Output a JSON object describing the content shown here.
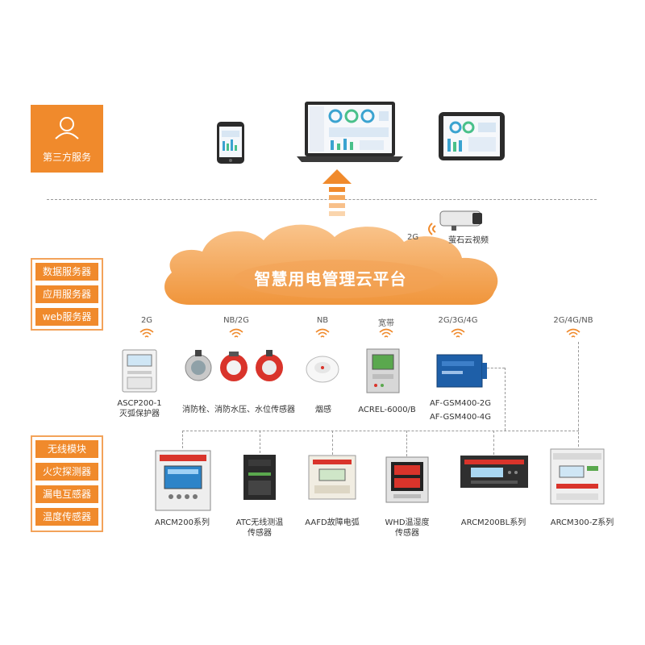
{
  "left_panel": {
    "third_party": "第三方服务",
    "servers": [
      "数据服务器",
      "应用服务器",
      "web服务器"
    ],
    "modules": [
      "无线模块",
      "火灾探测器",
      "漏电互感器",
      "温度传感器"
    ]
  },
  "cloud": {
    "title": "智慧用电管理云平台"
  },
  "camera": {
    "signal": "2G",
    "label": "萤石云视频"
  },
  "top_devices": [
    {
      "signal": "2G",
      "label": "ASCP200-1\n灭弧保护器"
    },
    {
      "signal": "NB/2G",
      "label": "消防栓、消防水压、水位传感器"
    },
    {
      "signal": "NB",
      "label": "烟感"
    },
    {
      "signal": "宽带",
      "label": "ACREL-6000/B"
    },
    {
      "signal": "2G/3G/4G",
      "label": "AF-GSM400-2G\nAF-GSM400-4G"
    },
    {
      "signal": "2G/4G/NB",
      "label": ""
    }
  ],
  "bottom_devices": [
    {
      "label": "ARCM200系列"
    },
    {
      "label": "ATC无线测温\n传感器"
    },
    {
      "label": "AAFD故障电弧"
    },
    {
      "label": "WHD温湿度\n传感器"
    },
    {
      "label": "ARCM200BL系列"
    },
    {
      "label": "ARCM300-Z系列"
    }
  ],
  "colors": {
    "accent": "#f08a2c",
    "cloud": "#f5a85c"
  }
}
